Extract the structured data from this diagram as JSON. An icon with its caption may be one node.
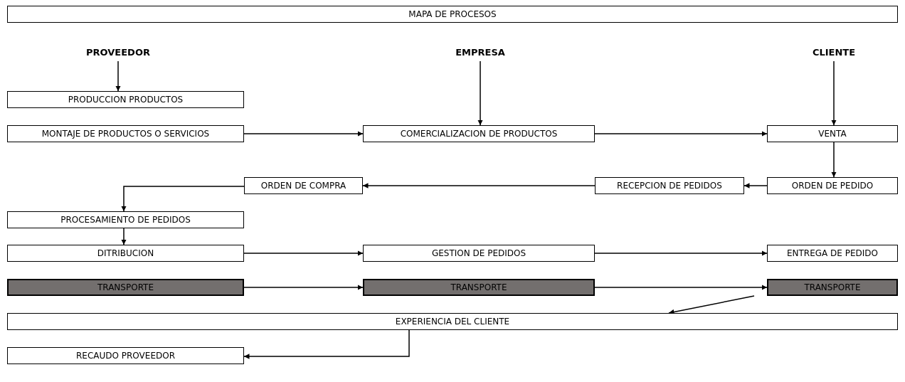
{
  "diagram": {
    "nodes": [
      {
        "text": [
          "MAPA DE PROCESOS"
        ]
      },
      {
        "text": [
          "PROVEEDOR"
        ]
      },
      {
        "text": [
          "EMPRESA"
        ]
      },
      {
        "text": [
          "CLIENTE"
        ]
      },
      {
        "text": [
          "PRODUCCION PRODUCTOS"
        ]
      },
      {
        "text": [
          "MONTAJE DE PRODUCTOS O SERVICIOS"
        ]
      },
      {
        "text": [
          "COMERCIALIZACION DE PRODUCTOS"
        ]
      },
      {
        "text": [
          "VENTA"
        ]
      },
      {
        "text": [
          "ORDEN DE COMPRA"
        ]
      },
      {
        "text": [
          "RECEPCION DE PEDIDOS"
        ]
      },
      {
        "text": [
          "ORDEN DE PEDIDO"
        ]
      },
      {
        "text": [
          "PROCESAMIENTO DE PEDIDOS"
        ]
      },
      {
        "text": [
          "DITRIBUCION"
        ]
      },
      {
        "text": [
          "GESTION DE PEDIDOS"
        ]
      },
      {
        "text": [
          "ENTREGA DE PEDIDO"
        ]
      },
      {
        "text": [
          "TRANSPORTE"
        ]
      },
      {
        "text": [
          "TRANSPORTE"
        ]
      },
      {
        "text": [
          "TRANSPORTE"
        ]
      },
      {
        "text": [
          "EXPERIENCIA DEL CLIENTE"
        ]
      },
      {
        "text": [
          "RECAUDO PROVEEDOR"
        ]
      }
    ],
    "edges": [
      {
        "from": 1,
        "to": 4,
        "arrow": "to"
      },
      {
        "from": 2,
        "to": 6,
        "arrow": "to"
      },
      {
        "from": 3,
        "to": 7,
        "arrow": "to"
      },
      {
        "from": 5,
        "to": 6,
        "arrow": "to"
      },
      {
        "from": 6,
        "to": 7,
        "arrow": "to"
      },
      {
        "from": 7,
        "to": 10,
        "arrow": "to"
      },
      {
        "from": 10,
        "to": 9,
        "arrow": "to"
      },
      {
        "from": 9,
        "to": 8,
        "arrow": "to"
      },
      {
        "from": 8,
        "to": 11,
        "arrow": "to"
      },
      {
        "from": 11,
        "to": 12,
        "arrow": "to"
      },
      {
        "from": 12,
        "to": 13,
        "arrow": "to"
      },
      {
        "from": 13,
        "to": 14,
        "arrow": "to"
      },
      {
        "from": 15,
        "to": 16,
        "arrow": "to"
      },
      {
        "from": 16,
        "to": 17,
        "arrow": "to"
      },
      {
        "from": 17,
        "to": 18,
        "arrow": "to"
      },
      {
        "from": 18,
        "to": 19,
        "arrow": "to"
      }
    ]
  }
}
